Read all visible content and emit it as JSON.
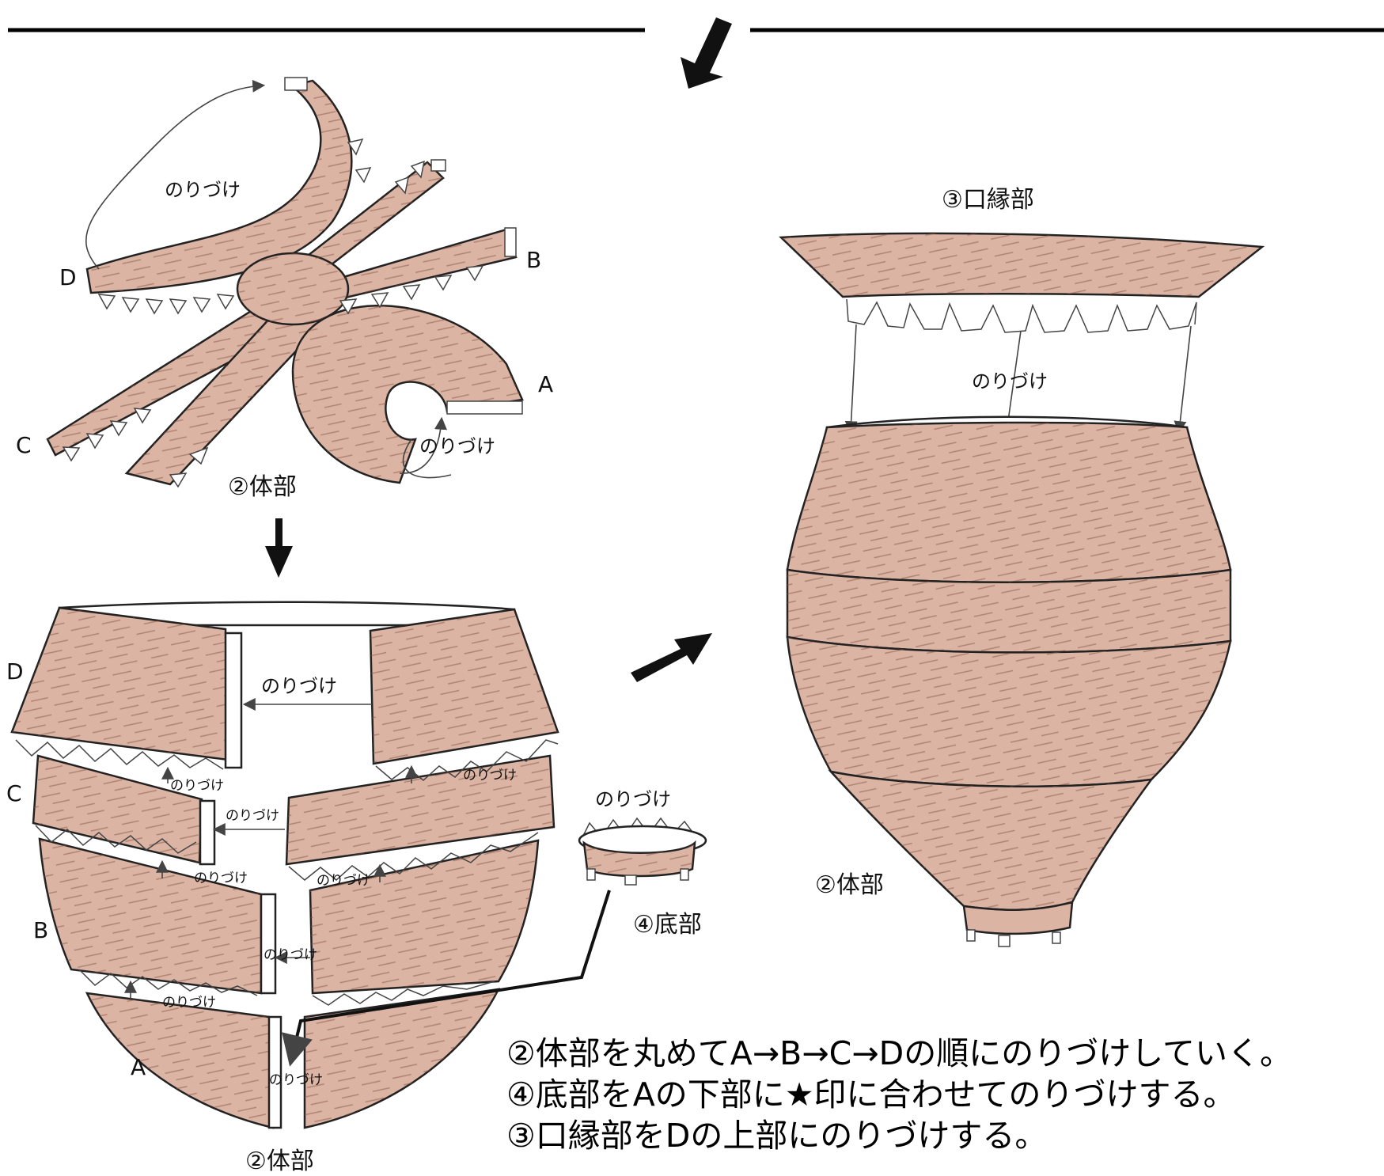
{
  "labels": {
    "glue": "のりづけ",
    "body": "②体部",
    "rim": "③口縁部",
    "base": "④底部",
    "A": "A",
    "B": "B",
    "C": "C",
    "D": "D"
  },
  "instructions": [
    "②体部を丸めてA→B→C→Dの順にのりづけしていく。",
    "④底部をAの下部に★印に合わせてのりづけする。",
    "③口縁部をDの上部にのりづけする。"
  ],
  "colors": {
    "clay": "#dcb4a4",
    "outline": "#222222",
    "hatch": "#8a5a48",
    "arrow": "#111111"
  }
}
